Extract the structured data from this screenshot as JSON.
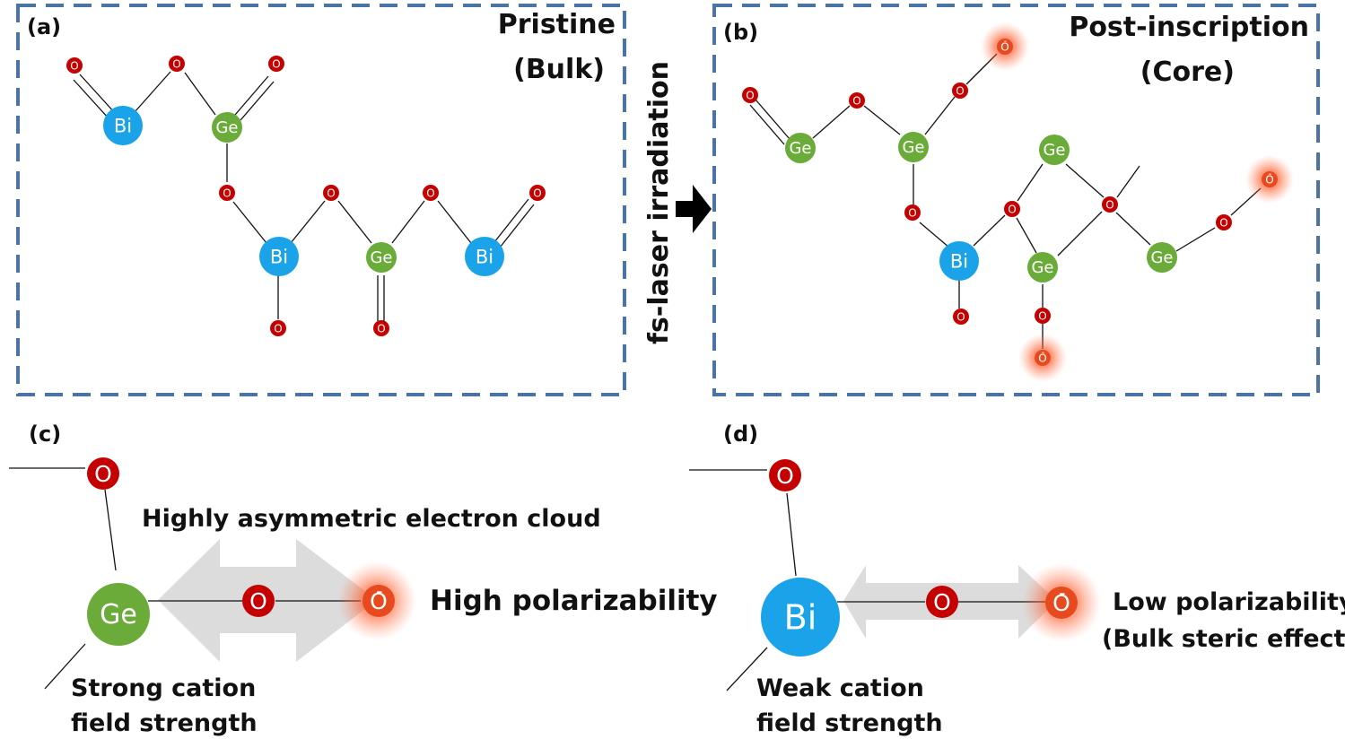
{
  "colors": {
    "frame": "#4a74a6",
    "bi": "#1aa3e8",
    "ge": "#6aab3a",
    "oxygen": "#c40000",
    "nbo_glow": "#ff5a2a",
    "arrow_gray": "#dcdcdc"
  },
  "labels": {
    "a": "(a)",
    "b": "(b)",
    "c": "(c)",
    "d": "(d)",
    "pristine": "Pristine",
    "bulk": "(Bulk)",
    "post_inscription": "Post-inscription",
    "core": "(Core)",
    "fs_laser": "fs-laser irradiation"
  },
  "atoms": {
    "bi": "Bi",
    "ge": "Ge",
    "o": "O",
    "o_minus_base": "O",
    "minus": "-"
  },
  "panel_c": {
    "cloud_text": "Highly asymmetric electron cloud",
    "polarizability": "High polarizability",
    "field_line1": "Strong cation",
    "field_line2": "field strength"
  },
  "panel_d": {
    "polarizability_line1": "Low polarizability",
    "polarizability_line2": "(Bulk steric effect)",
    "field_line1": "Weak cation",
    "field_line2": "field strength"
  }
}
